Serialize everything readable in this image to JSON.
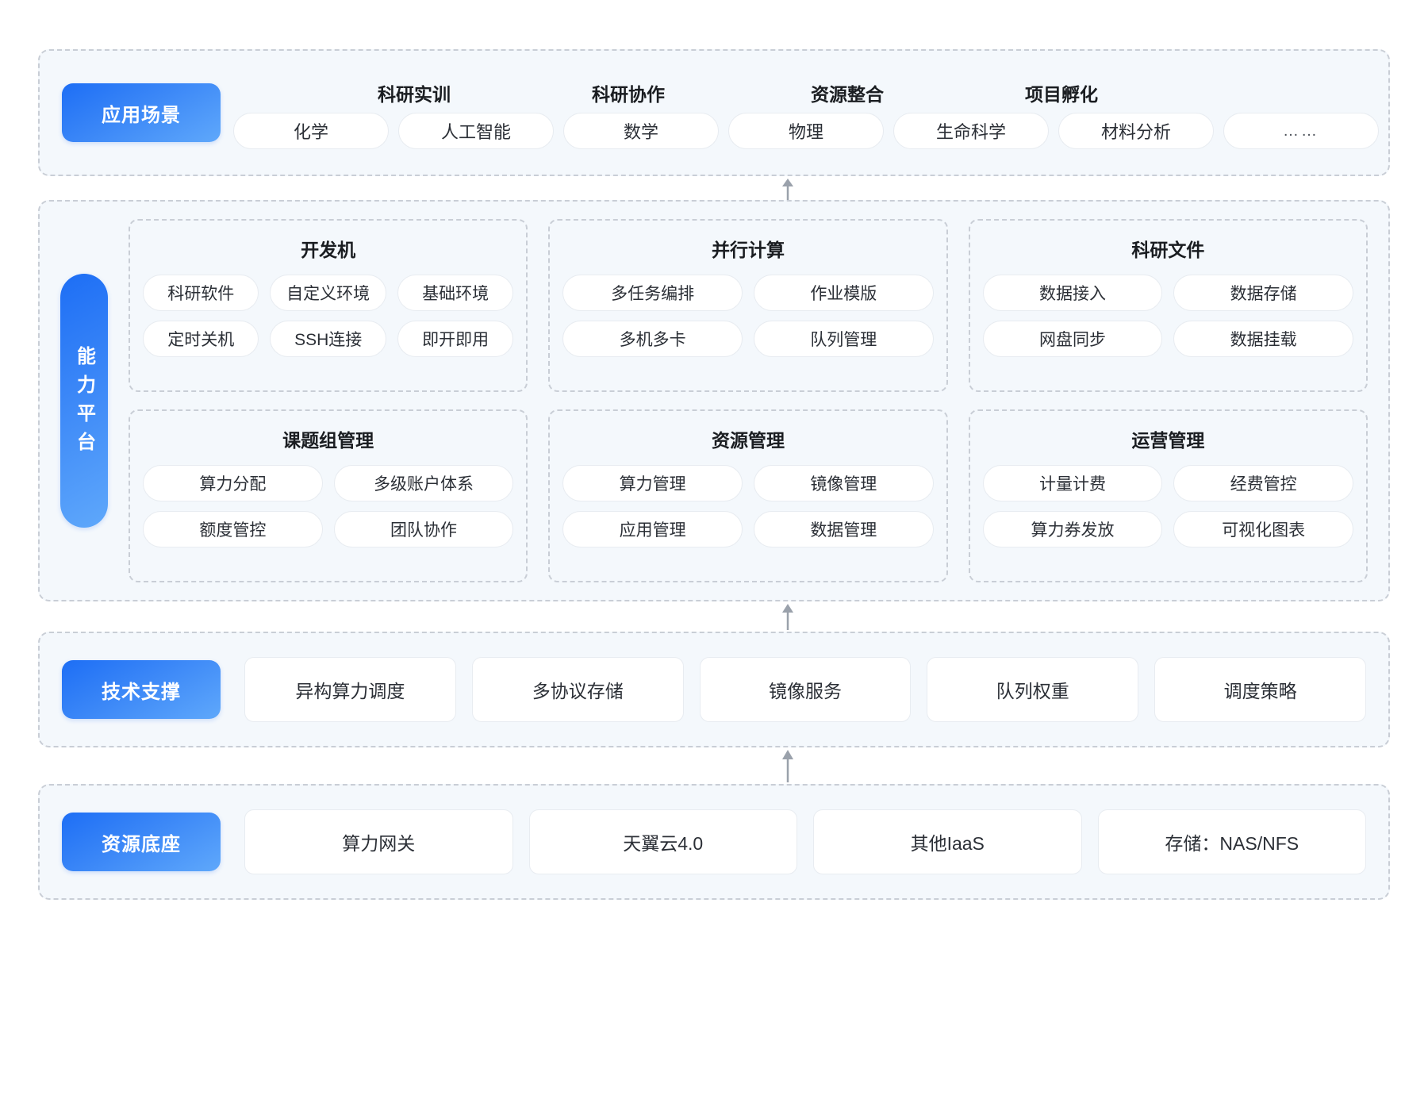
{
  "sections": {
    "scenario": {
      "label": "应用场景",
      "headings": [
        {
          "text": "科研实训"
        },
        {
          "text": "科研协作"
        },
        {
          "text": "资源整合"
        },
        {
          "text": "项目孵化"
        }
      ],
      "items": [
        {
          "text": "化学"
        },
        {
          "text": "人工智能"
        },
        {
          "text": "数学"
        },
        {
          "text": "物理"
        },
        {
          "text": "生命科学"
        },
        {
          "text": "材料分析"
        },
        {
          "text": "……"
        }
      ]
    },
    "platform": {
      "label": "能力平台",
      "modules": [
        {
          "title": "开发机",
          "columns": 3,
          "items": [
            "科研软件",
            "自定义环境",
            "基础环境",
            "定时关机",
            "SSH连接",
            "即开即用"
          ]
        },
        {
          "title": "并行计算",
          "columns": 2,
          "items": [
            "多任务编排",
            "作业模版",
            "多机多卡",
            "队列管理"
          ]
        },
        {
          "title": "科研文件",
          "columns": 2,
          "items": [
            "数据接入",
            "数据存储",
            "网盘同步",
            "数据挂载"
          ]
        },
        {
          "title": "课题组管理",
          "columns": 2,
          "items": [
            "算力分配",
            "多级账户体系",
            "额度管控",
            "团队协作"
          ]
        },
        {
          "title": "资源管理",
          "columns": 2,
          "items": [
            "算力管理",
            "镜像管理",
            "应用管理",
            "数据管理"
          ]
        },
        {
          "title": "运营管理",
          "columns": 2,
          "items": [
            "计量计费",
            "经费管控",
            "算力券发放",
            "可视化图表"
          ]
        }
      ]
    },
    "tech": {
      "label": "技术支撑",
      "items": [
        "异构算力调度",
        "多协议存储",
        "镜像服务",
        "队列权重",
        "调度策略"
      ]
    },
    "base": {
      "label": "资源底座",
      "items": [
        "算力网关",
        "天翼云4.0",
        "其他IaaS",
        "存储：NAS/NFS"
      ]
    }
  },
  "connectors": [
    {
      "name": "arrow-platform-to-scenario"
    },
    {
      "name": "arrow-tech-to-platform"
    },
    {
      "name": "arrow-base-to-tech"
    }
  ],
  "colors": {
    "accent_start": "#1d6ef5",
    "accent_end": "#5fa8fb",
    "band_background": "#f4f8fc",
    "band_border": "#c9ced6",
    "chip_border": "#e8ecf1",
    "text": "#1f2329",
    "arrow": "#9aa1ab"
  }
}
